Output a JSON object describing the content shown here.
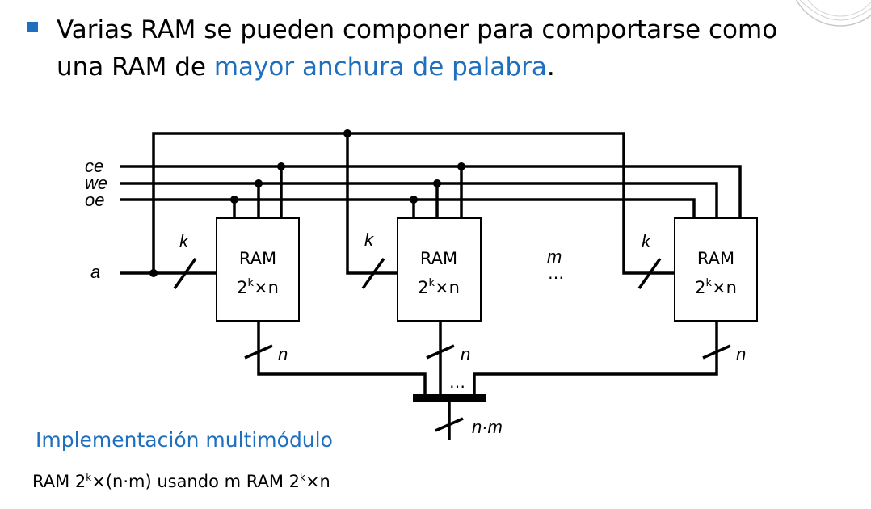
{
  "heading": {
    "text_before": "Varias RAM se pueden componer para comportarse como una RAM de ",
    "highlight": "mayor anchura de palabra",
    "text_after": "."
  },
  "diagram": {
    "signals": {
      "ce": "ce",
      "we": "we",
      "oe": "oe",
      "a": "a"
    },
    "module": {
      "title": "RAM",
      "size_base": "2",
      "size_exp": "k",
      "size_rest": "×n"
    },
    "bus_labels": {
      "k": "k",
      "n": "n",
      "nm": "n·m",
      "m": "m",
      "dots": "…"
    }
  },
  "subtitle": "Implementación multimódulo",
  "caption": {
    "p1": "RAM 2",
    "sup1": "k",
    "p2": "×(n·m) usando m RAM 2",
    "sup2": "k",
    "p3": "×n"
  },
  "colors": {
    "accent": "#1f6fbf",
    "line": "#000000"
  }
}
